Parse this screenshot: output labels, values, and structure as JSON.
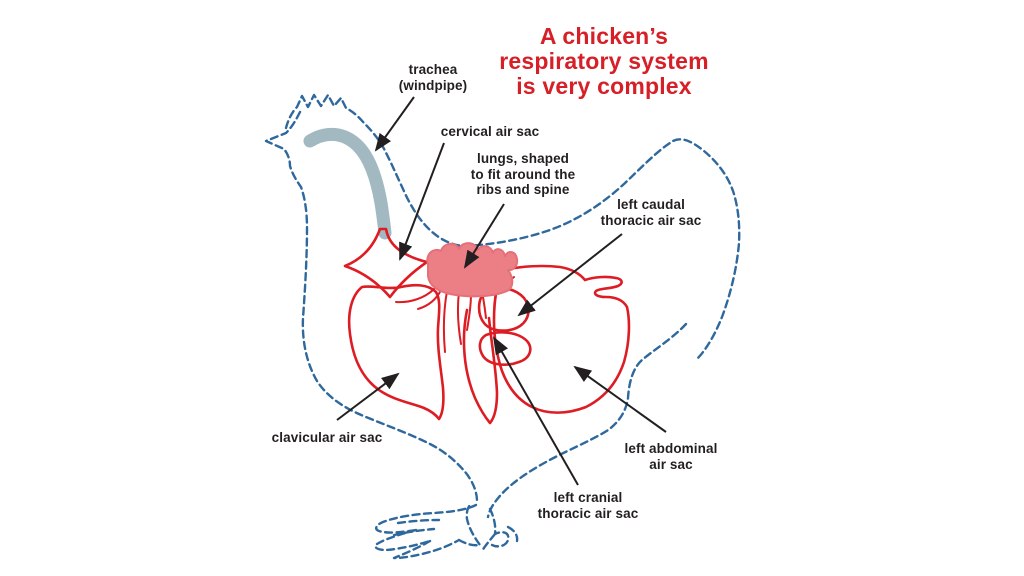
{
  "title": "A chicken’s\nrespiratory system\nis very complex",
  "labels": {
    "trachea": "trachea\n(windpipe)",
    "cervical": "cervical air sac",
    "lungs": "lungs, shaped\nto fit around the\nribs and spine",
    "caudal": "left caudal\nthoracic air sac",
    "clavicular": "clavicular air sac",
    "abdominal": "left abdominal\nair sac",
    "cranial": "left cranial\nthoracic air sac"
  },
  "colors": {
    "title_red": "#d61f27",
    "outline_blue": "#2e689c",
    "anatomy_red": "#dd1c23",
    "trachea_gray": "#a2b9c2",
    "lungs_pink": "#eb7f85",
    "lungs_edge": "#e4707a",
    "label_black": "#231f20"
  }
}
